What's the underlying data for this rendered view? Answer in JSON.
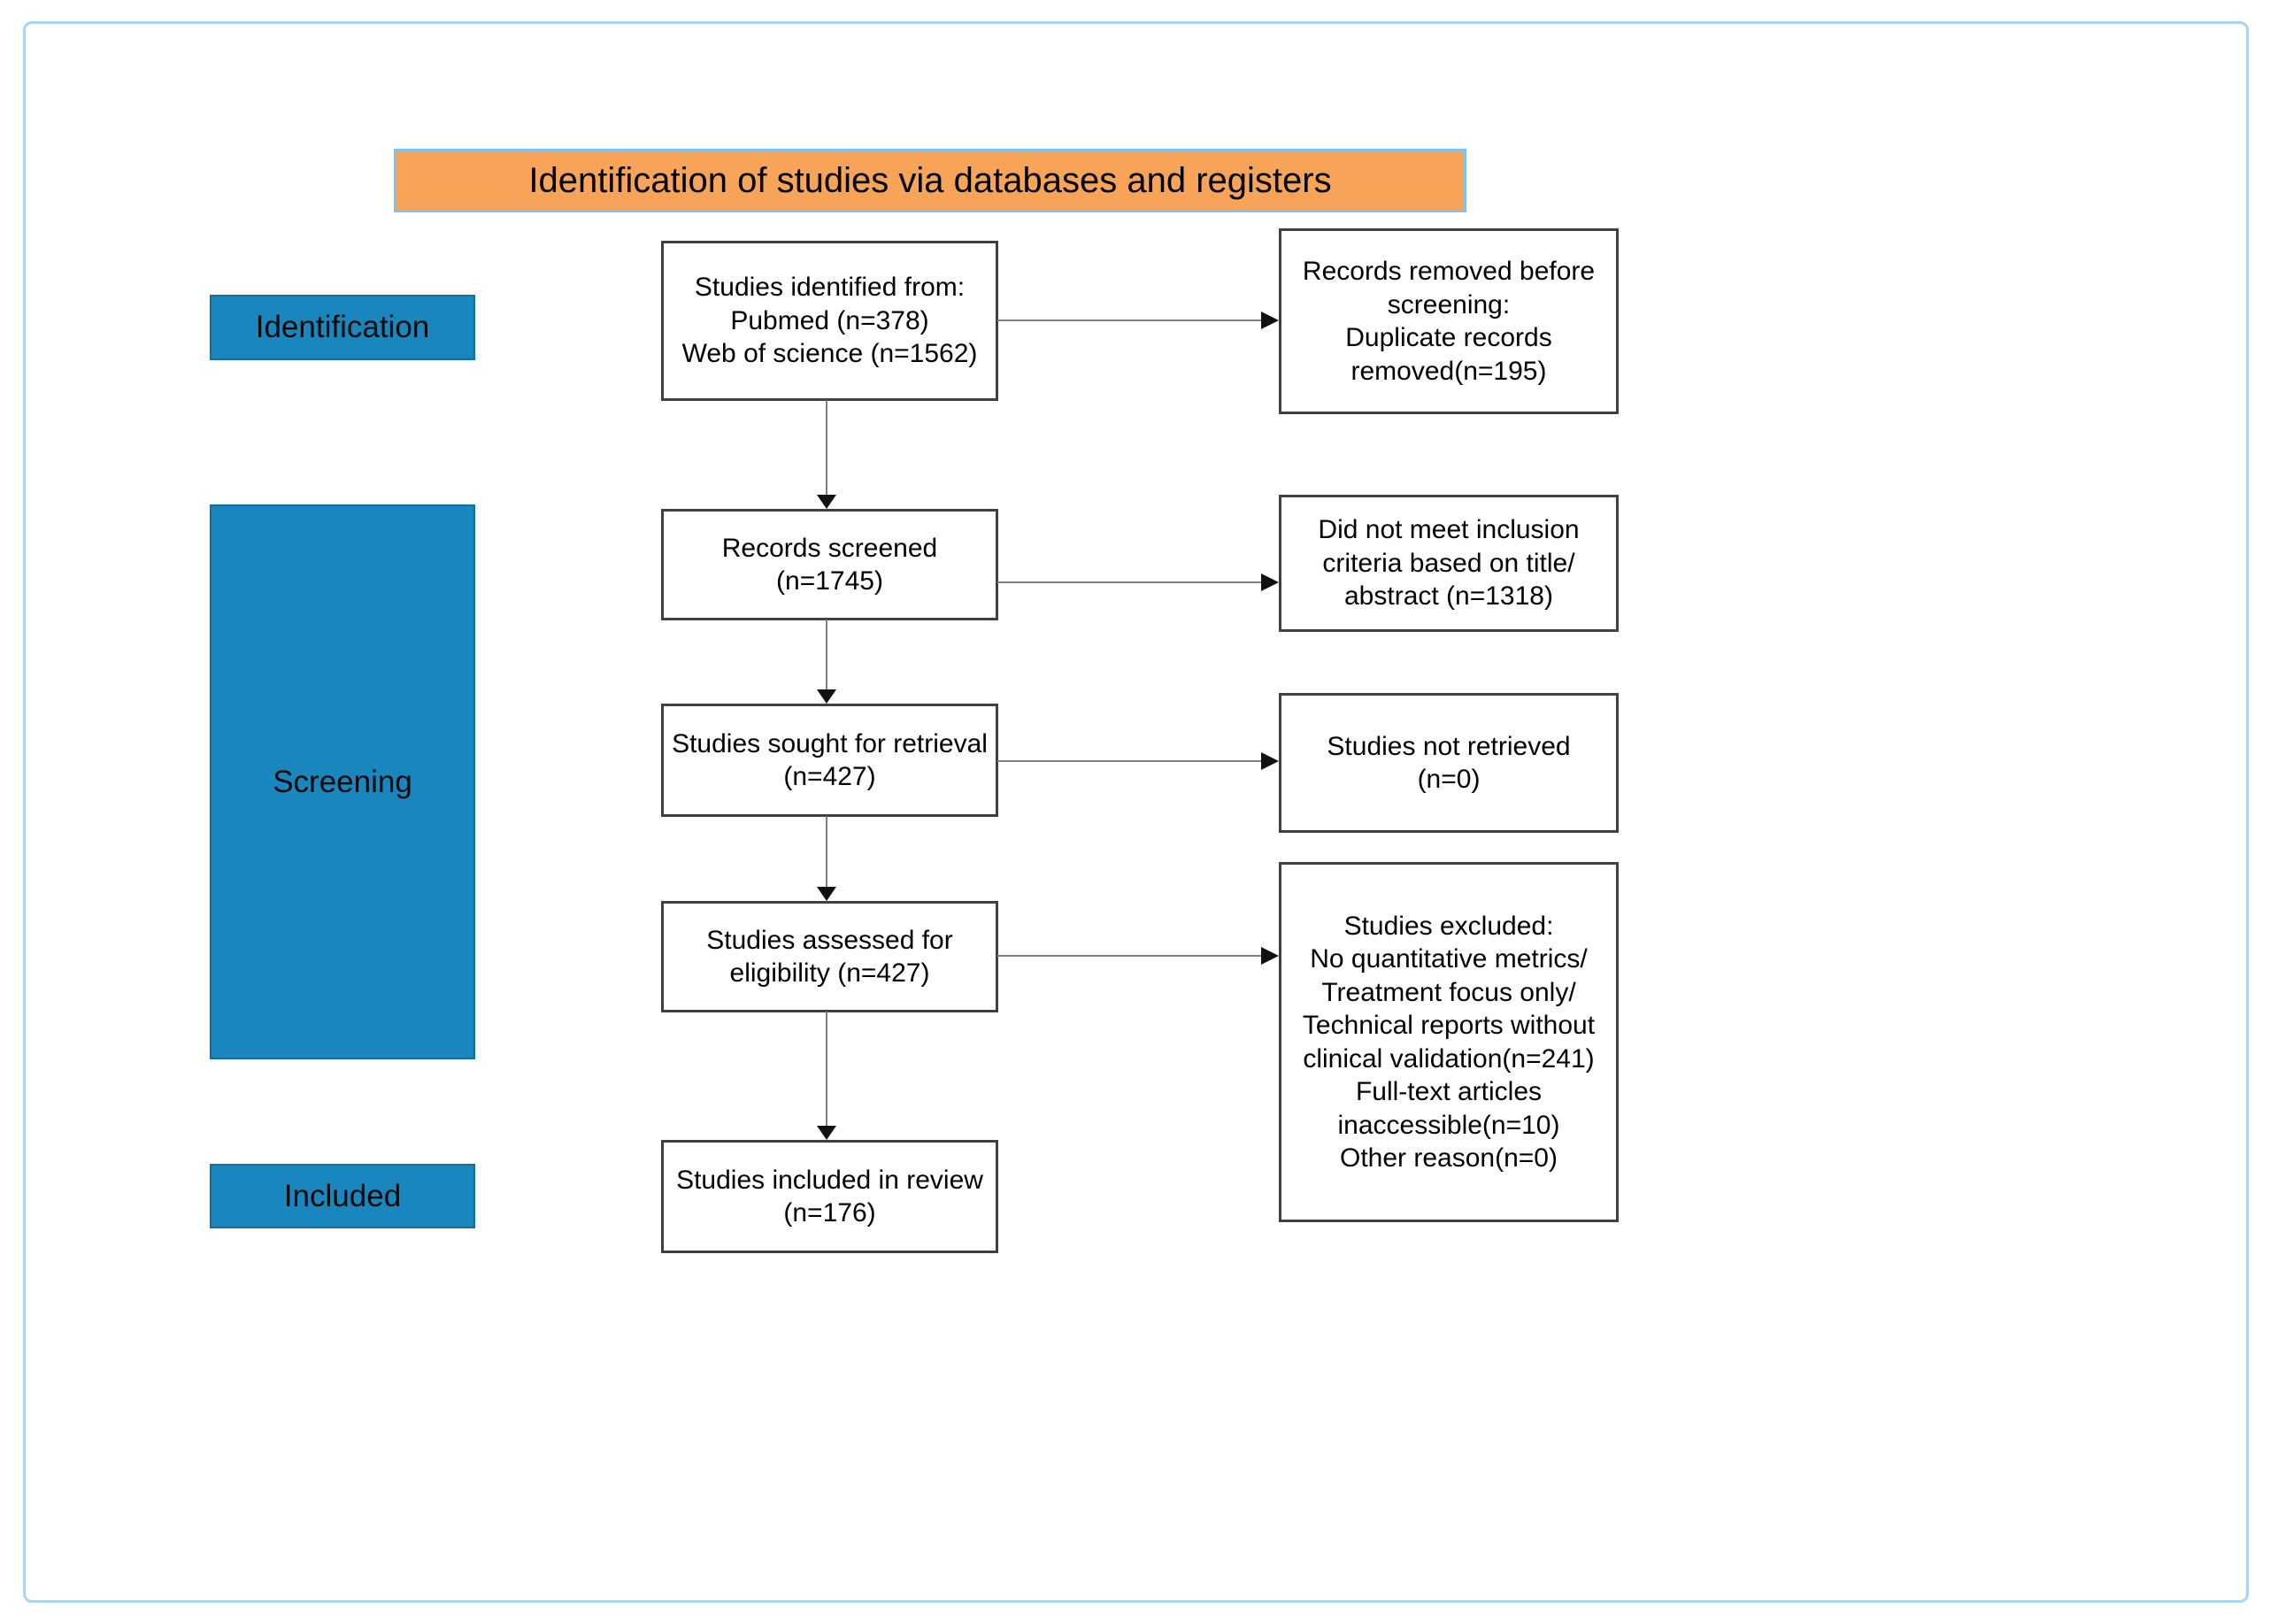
{
  "header": {
    "title": "Identification of studies via databases and registers"
  },
  "stages": [
    {
      "label": "Identification"
    },
    {
      "label": "Screening"
    },
    {
      "label": "Included"
    }
  ],
  "main_flow": [
    {
      "label": "Studies identified from:\nPubmed (n=378)\nWeb of science (n=1562)"
    },
    {
      "label": "Records screened\n(n=1745)"
    },
    {
      "label": "Studies sought for retrieval\n(n=427)"
    },
    {
      "label": "Studies assessed for\neligibility (n=427)"
    },
    {
      "label": "Studies included in review\n(n=176)"
    }
  ],
  "exclusions": [
    {
      "label": "Records removed before\nscreening:\nDuplicate records\nremoved(n=195)"
    },
    {
      "label": "Did not meet inclusion\ncriteria based on title/\nabstract (n=1318)"
    },
    {
      "label": "Studies not retrieved\n(n=0)"
    },
    {
      "label": "Studies excluded:\nNo quantitative metrics/\nTreatment focus only/\nTechnical reports without\nclinical validation(n=241)\nFull-text articles\ninaccessible(n=10)\nOther reason(n=0)"
    }
  ],
  "colors": {
    "title_bg": "#f8a458",
    "title_border": "#7ec3ee",
    "stage_bg": "#1a86be",
    "frame_border": "#a9d4f2",
    "box_border": "#404040",
    "connector_line": "#7f7f7f",
    "arrowhead": "#111111",
    "background": "#ffffff",
    "text": "#000000"
  }
}
